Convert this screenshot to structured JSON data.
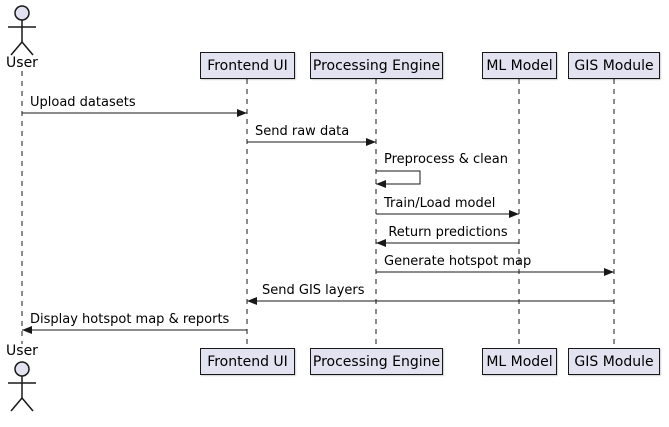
{
  "diagram": {
    "type": "uml-sequence-diagram",
    "actor": {
      "name": "User"
    },
    "participants": [
      {
        "label": "Frontend UI"
      },
      {
        "label": "Processing Engine"
      },
      {
        "label": "ML Model"
      },
      {
        "label": "GIS Module"
      }
    ],
    "messages": [
      {
        "from": "User",
        "to": "Frontend UI",
        "label": "Upload datasets",
        "direction": "right"
      },
      {
        "from": "Frontend UI",
        "to": "Processing Engine",
        "label": "Send raw data",
        "direction": "right"
      },
      {
        "from": "Processing Engine",
        "to": "Processing Engine",
        "label": "Preprocess & clean",
        "direction": "self"
      },
      {
        "from": "Processing Engine",
        "to": "ML Model",
        "label": "Train/Load model",
        "direction": "right"
      },
      {
        "from": "ML Model",
        "to": "Processing Engine",
        "label": "Return predictions",
        "direction": "left"
      },
      {
        "from": "Processing Engine",
        "to": "GIS Module",
        "label": "Generate hotspot map",
        "direction": "right"
      },
      {
        "from": "GIS Module",
        "to": "Frontend UI",
        "label": "Send GIS layers",
        "direction": "left"
      },
      {
        "from": "Frontend UI",
        "to": "User",
        "label": "Display hotspot map & reports",
        "direction": "left"
      }
    ],
    "colors": {
      "background": "#FFFFFF",
      "participant_fill": "#E2E2F0",
      "participant_border": "#181818",
      "line_color": "#181818",
      "text_color": "#000000"
    }
  }
}
